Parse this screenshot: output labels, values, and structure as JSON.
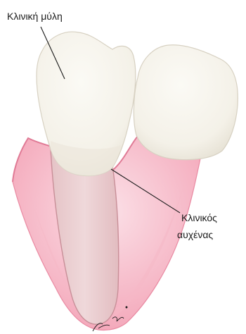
{
  "labels": {
    "crown": "Κλινική μύλη",
    "neck_line1": "Κλινικός",
    "neck_line2": "αυχένας"
  },
  "signature": "F.M.",
  "colors": {
    "gum_outer": "#f4a7b9",
    "gum_inner": "#fbe4ea",
    "gum_rim": "#e98aa2",
    "root": "#ead0d2",
    "root_outline": "#c88f98",
    "crown": "#f7f5ee",
    "crown_shadow": "#e6e2d6",
    "leader_line": "#1a1a1a"
  }
}
